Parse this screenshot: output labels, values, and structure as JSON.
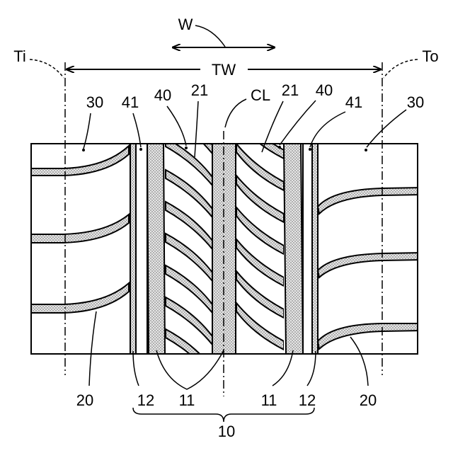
{
  "labels": {
    "direction": "W",
    "tread_width": "TW",
    "inner_end": "Ti",
    "outer_end": "To",
    "centerline": "CL",
    "region_left": "30",
    "region_right": "30",
    "ref_41_left": "41",
    "ref_41_right": "41",
    "ref_40_left": "40",
    "ref_40_right": "40",
    "ref_21_left": "21",
    "ref_21_right": "21",
    "ref_20_left": "20",
    "ref_20_right": "20",
    "ref_12_left": "12",
    "ref_12_right": "12",
    "ref_11_a": "11",
    "ref_11_b": "11",
    "ref_10": "10"
  },
  "colors": {
    "line": "#000000",
    "stipple_bg": "#e6e6e6",
    "stipple_dot": "#6e6e6e"
  }
}
